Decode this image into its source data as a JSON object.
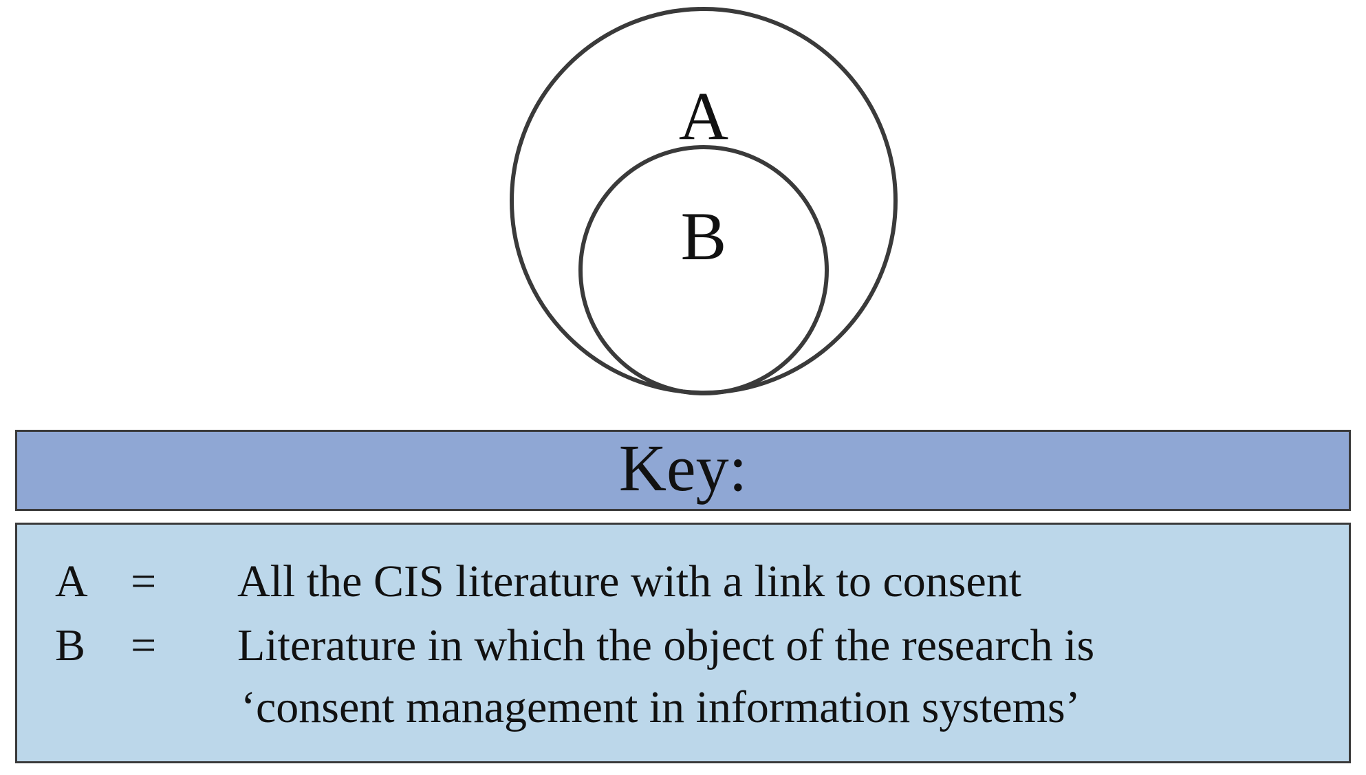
{
  "diagram": {
    "outer_label": "A",
    "inner_label": "B"
  },
  "key": {
    "title": "Key:",
    "entries": [
      {
        "symbol": "A",
        "equals": "=",
        "lines": [
          "All the CIS literature with a link to consent"
        ]
      },
      {
        "symbol": "B",
        "equals": "=",
        "lines": [
          "Literature in which the object of the research is",
          "‘consent management in information systems’"
        ]
      }
    ]
  },
  "colors": {
    "stroke": "#3a3a3a",
    "key_header_fill": "#8fa7d4",
    "key_body_fill": "#bcd7ea"
  }
}
